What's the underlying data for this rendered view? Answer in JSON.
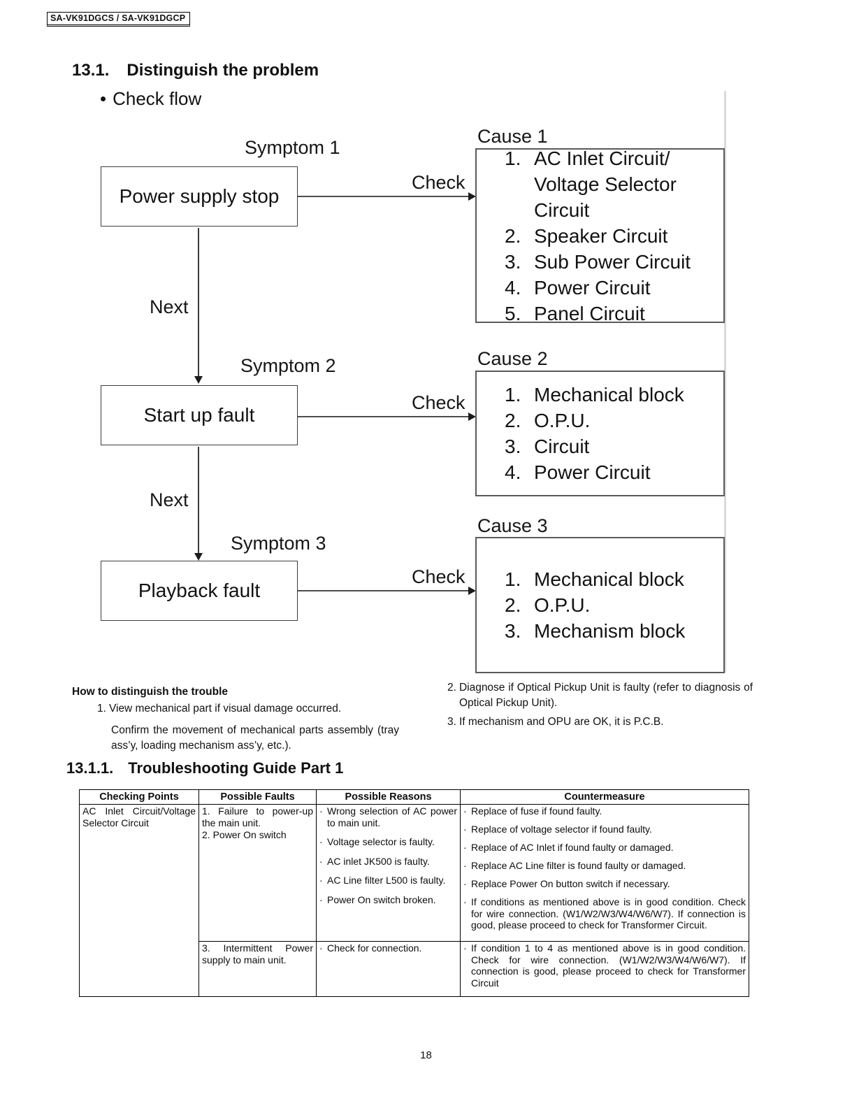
{
  "model_label": "SA-VK91DGCS / SA-VK91DGCP",
  "section": {
    "number": "13.1.",
    "title": "Distinguish the problem"
  },
  "check_flow": {
    "bullet": "•",
    "label": "Check flow"
  },
  "flowchart": {
    "check_label": "Check",
    "next_label": "Next",
    "symptom1": {
      "label": "Symptom 1",
      "box": "Power supply stop"
    },
    "symptom2": {
      "label": "Symptom 2",
      "box": "Start up fault"
    },
    "symptom3": {
      "label": "Symptom 3",
      "box": "Playback fault"
    },
    "cause1": {
      "label": "Cause 1",
      "items": [
        {
          "num": "1.",
          "text": "AC Inlet Circuit/"
        },
        {
          "num": "",
          "text": "Voltage Selector Circuit"
        },
        {
          "num": "2.",
          "text": "Speaker Circuit"
        },
        {
          "num": "3.",
          "text": "Sub Power Circuit"
        },
        {
          "num": "4.",
          "text": "Power Circuit"
        },
        {
          "num": "5.",
          "text": "Panel Circuit"
        }
      ]
    },
    "cause2": {
      "label": "Cause 2",
      "items": [
        {
          "num": "1.",
          "text": "Mechanical block"
        },
        {
          "num": "2.",
          "text": "O.P.U."
        },
        {
          "num": "3.",
          "text": "Circuit"
        },
        {
          "num": "4.",
          "text": "Power Circuit"
        }
      ]
    },
    "cause3": {
      "label": "Cause 3",
      "items": [
        {
          "num": "1.",
          "text": "Mechanical block"
        },
        {
          "num": "2.",
          "text": "O.P.U."
        },
        {
          "num": "3.",
          "text": "Mechanism block"
        }
      ]
    }
  },
  "notes": {
    "heading": "How to distinguish the trouble",
    "item1_num": "1.",
    "item1_text": "View mechanical part if visual damage occurred.",
    "item1_cont": "Confirm the movement of mechanical parts assembly (tray ass’y, loading mechanism ass’y, etc.).",
    "item2_num": "2.",
    "item2_text": "Diagnose if Optical Pickup Unit is faulty (refer to diagnosis of Optical Pickup Unit).",
    "item3_num": "3.",
    "item3_text": "If mechanism and OPU are OK, it is P.C.B."
  },
  "subsection": {
    "number": "13.1.1.",
    "title": "Troubleshooting Guide Part 1"
  },
  "table": {
    "bullet": "·",
    "headers": [
      "Checking Points",
      "Possible Faults",
      "Possible Reasons",
      "Countermeasure"
    ],
    "row1": {
      "checking_points": "AC Inlet Circuit/Voltage Selector Circuit",
      "faults": [
        "1. Failure to power-up the main unit.",
        "2. Power On switch"
      ],
      "reasons": [
        "Wrong selection of AC power to main unit.",
        "Voltage selector is faulty.",
        "AC inlet JK500 is faulty.",
        "AC Line filter L500 is faulty.",
        "Power On switch broken."
      ],
      "countermeasures": [
        "Replace of fuse if found faulty.",
        "Replace of voltage selector if found faulty.",
        "Replace of AC Inlet if found faulty or damaged.",
        "Replace AC Line filter is found faulty or damaged.",
        "Replace Power On button switch if necessary.",
        "If conditions as mentioned above is in good condition. Check for wire connection. (W1/W2/W3/W4/W6/W7). If connection is good, please proceed to check for Transformer Circuit."
      ]
    },
    "row2": {
      "faults": [
        "3. Intermittent Power supply to main unit."
      ],
      "reasons": [
        "Check for connection."
      ],
      "countermeasures": [
        "If condition 1 to 4 as mentioned above is in good condition. Check for wire connection. (W1/W2/W3/W4/W6/W7). If connection is good, please proceed to check for Transformer Circuit"
      ]
    }
  },
  "page_number": "18"
}
